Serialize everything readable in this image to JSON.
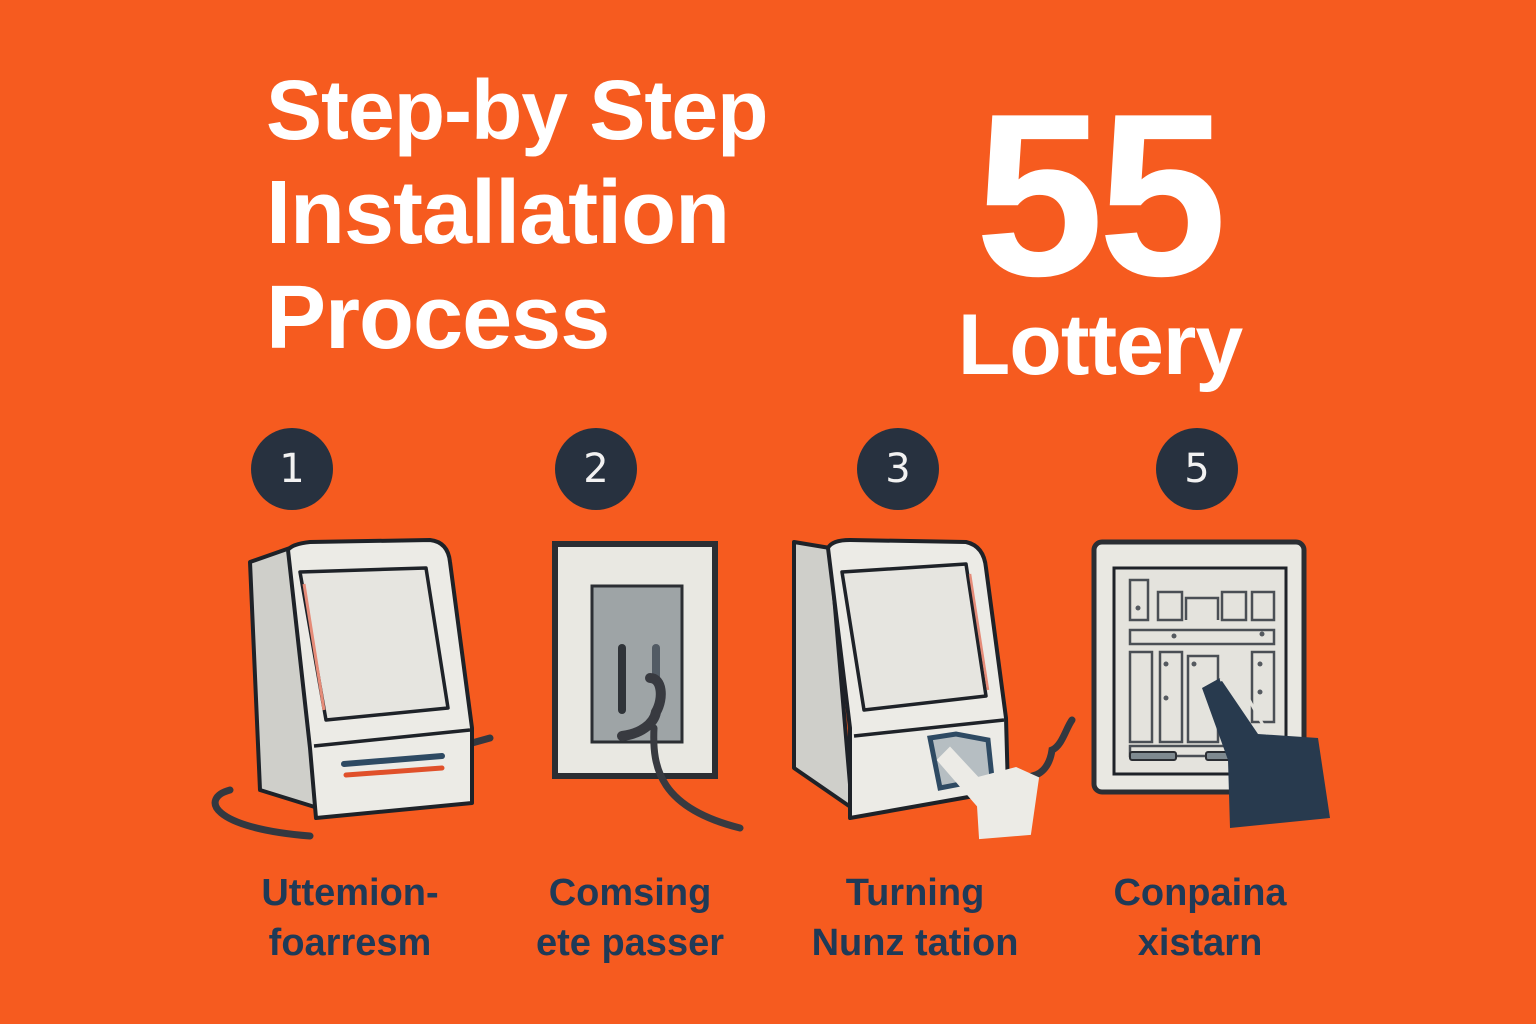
{
  "poster": {
    "background_color": "#F65B1F",
    "title": {
      "line1": "Step-by Step",
      "line2": "Installation",
      "line3": "Process",
      "color": "#FFFFFF"
    },
    "brand": {
      "number": "55",
      "word": "Lottery",
      "color": "#FFFFFF"
    },
    "badge_color": "#27313F",
    "caption_color": "#1F3A57",
    "steps": [
      {
        "number": "1",
        "illustration": "kiosk-terminal-with-cable",
        "caption_line1": "Uttemion-",
        "caption_line2": "foarresm"
      },
      {
        "number": "2",
        "illustration": "wall-outlet-plug",
        "caption_line1": "Comsing",
        "caption_line2": "ete passer"
      },
      {
        "number": "3",
        "illustration": "kiosk-hand-inserting-card",
        "caption_line1": "Turning",
        "caption_line2": "Nunz tation"
      },
      {
        "number": "5",
        "illustration": "tablet-touch-screen-hand",
        "caption_line1": "Conpaina",
        "caption_line2": "xistarn"
      }
    ]
  }
}
